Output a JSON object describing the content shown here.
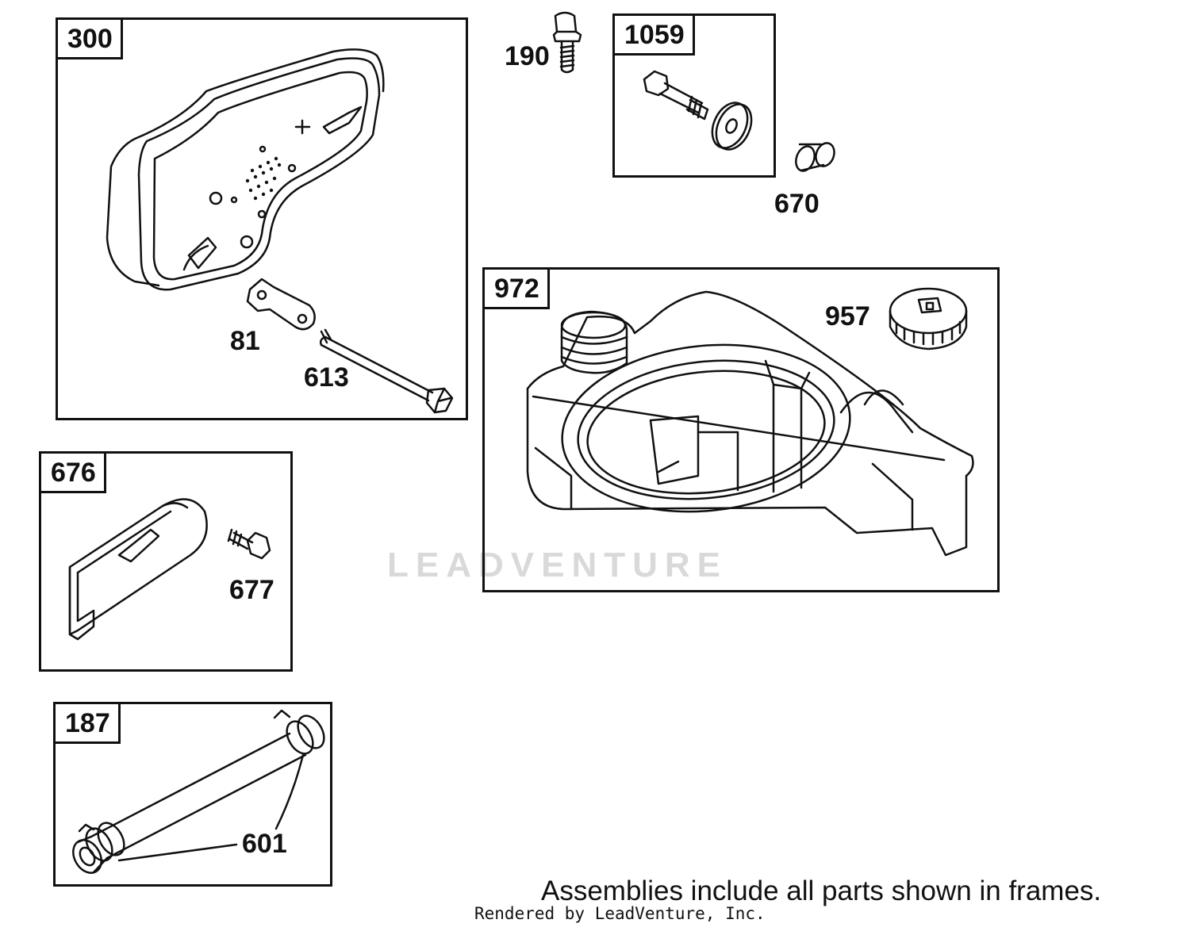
{
  "frames": {
    "f300": "300",
    "f1059": "1059",
    "f972": "972",
    "f676": "676",
    "f187": "187"
  },
  "parts": {
    "p190": "190",
    "p670": "670",
    "p81": "81",
    "p613": "613",
    "p957": "957",
    "p677": "677",
    "p601": "601"
  },
  "watermark": "LEADVENTURE",
  "note": "Assemblies include all parts shown in frames.",
  "credit": "Rendered by LeadVenture, Inc."
}
